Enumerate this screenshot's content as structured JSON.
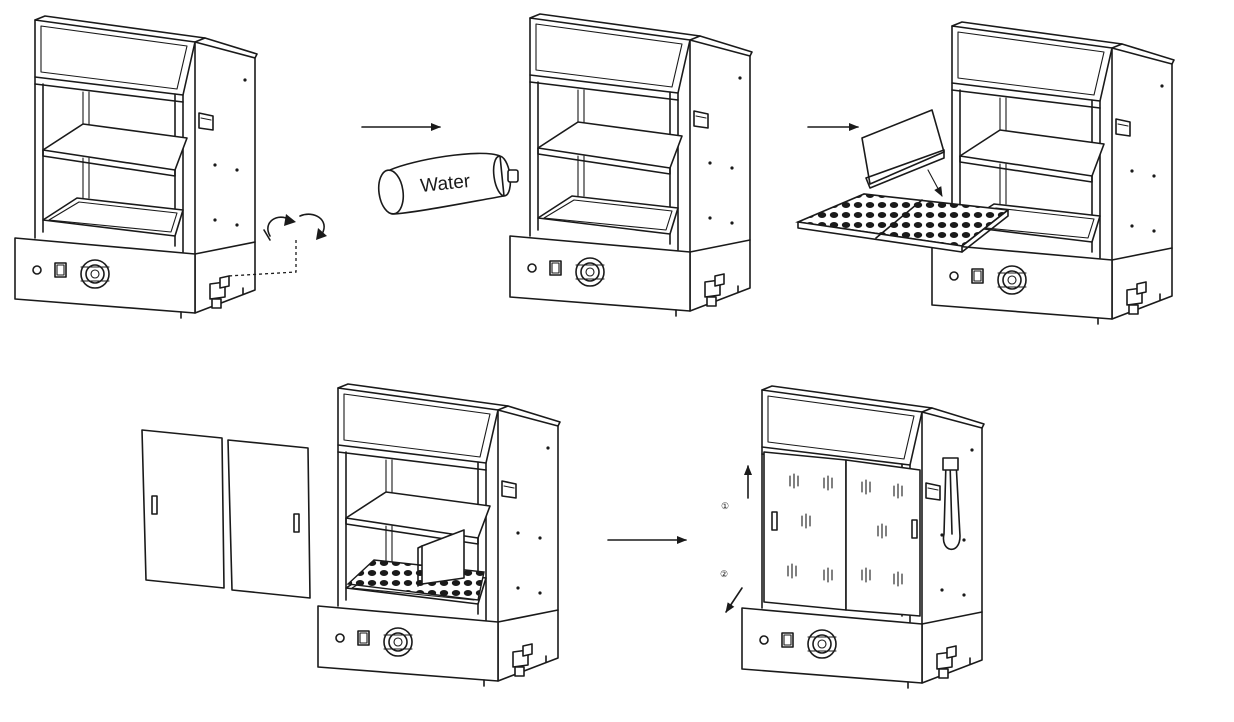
{
  "diagram": {
    "water_label": "Water",
    "step_markers": [
      "①",
      "②"
    ]
  }
}
